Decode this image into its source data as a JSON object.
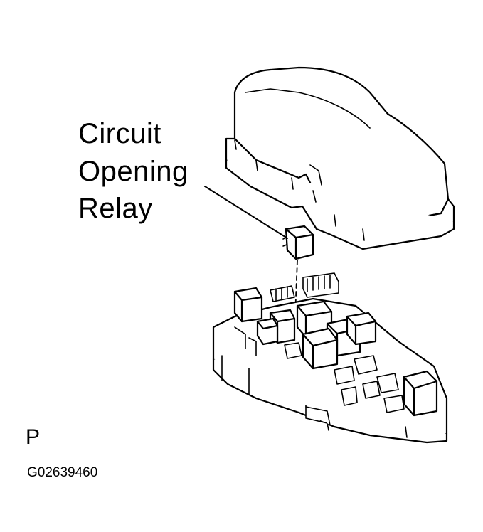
{
  "callout": {
    "line1": "Circuit",
    "line2": "Opening",
    "line3": "Relay"
  },
  "view_mark": "P",
  "figure_id": "G02639460",
  "colors": {
    "ink": "#000000",
    "paper": "#ffffff"
  },
  "parts": [
    "relay-box-cover",
    "circuit-opening-relay",
    "relay-block"
  ]
}
